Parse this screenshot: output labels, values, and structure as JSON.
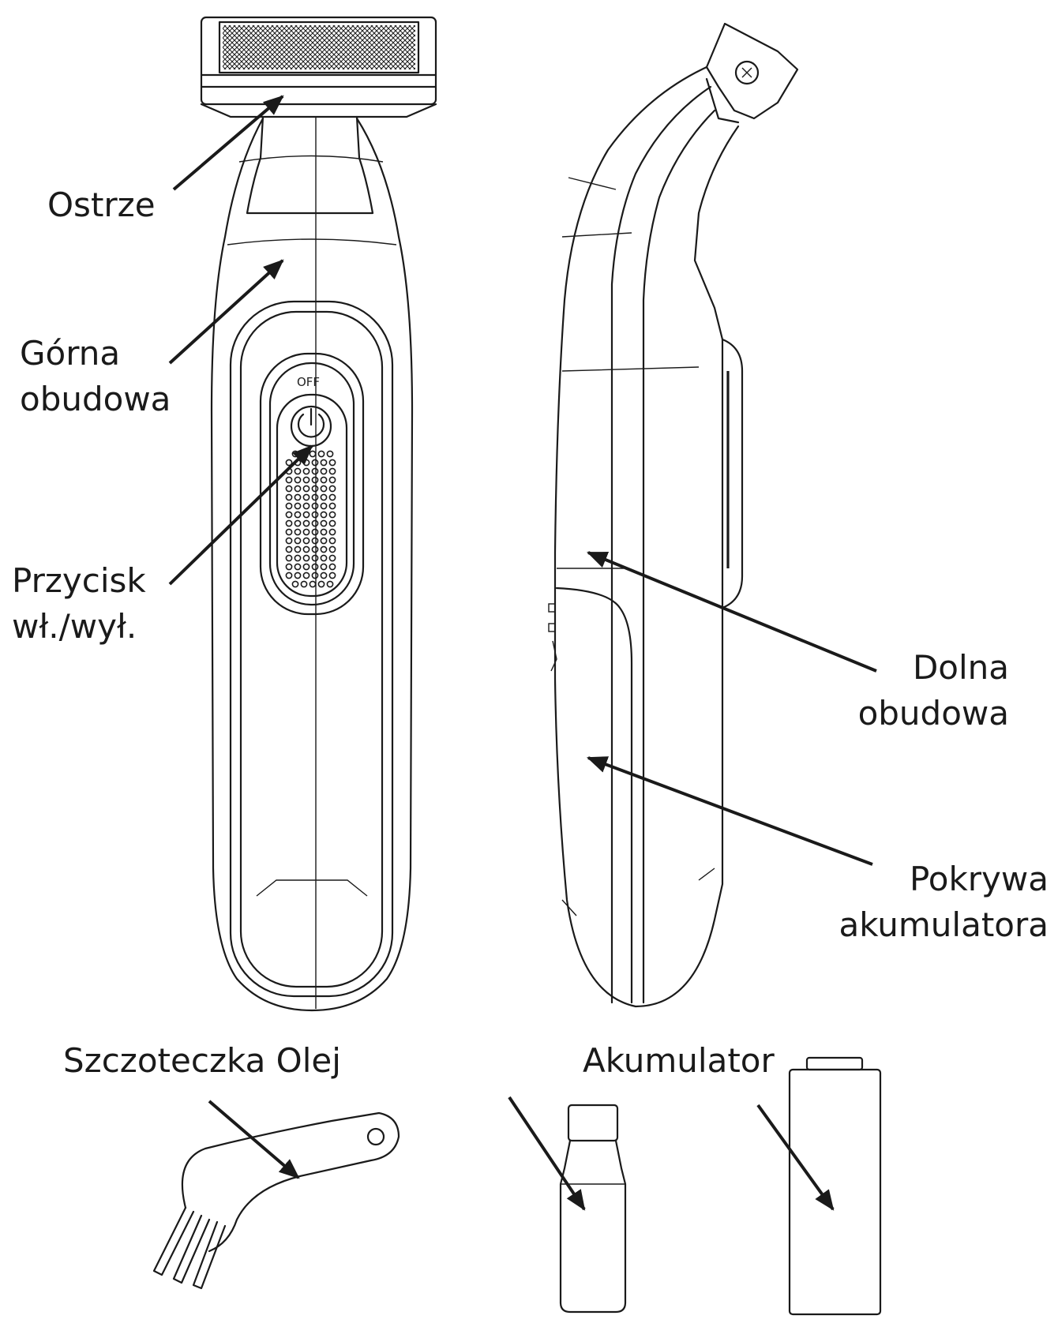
{
  "labels": {
    "blade": "Ostrze",
    "upper_housing_1": "Górna",
    "upper_housing_2": "obudowa",
    "power_button_1": "Przycisk",
    "power_button_2": "wł./wył.",
    "lower_housing_1": "Dolna",
    "lower_housing_2": "obudowa",
    "battery_cover_1": "Pokrywa",
    "battery_cover_2": "akumulatora",
    "brush_oil": "Szczoteczka Olej",
    "battery": "Akumulator"
  },
  "device": {
    "switch_text": "OFF"
  }
}
